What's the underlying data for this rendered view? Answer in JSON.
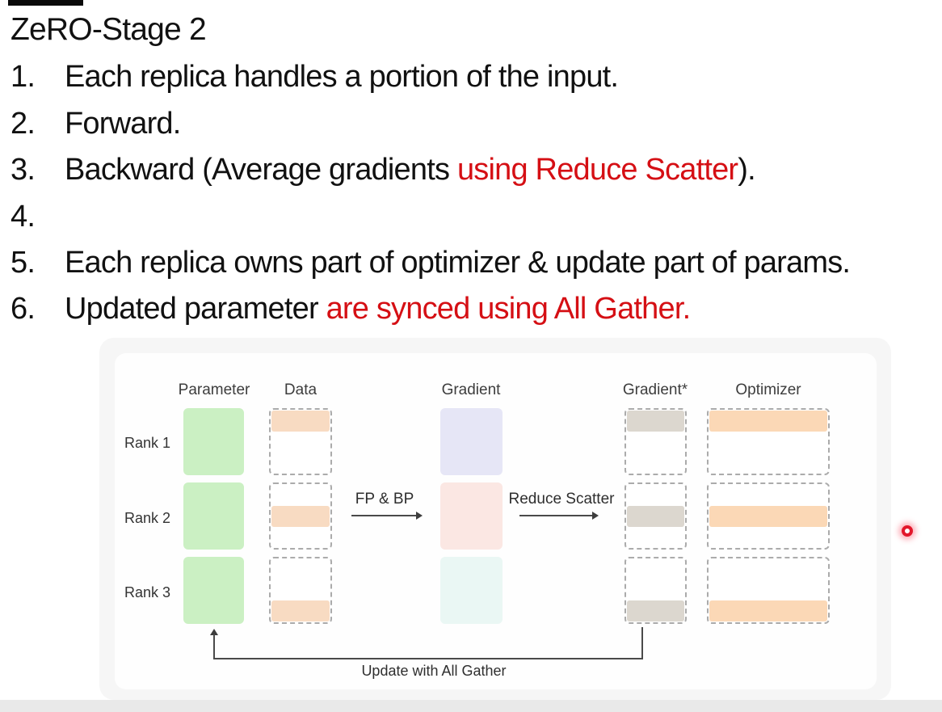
{
  "slide": {
    "title": "ZeRO-Stage 2",
    "items": [
      {
        "num": "1.",
        "segments": [
          {
            "text": "Each replica handles a portion of the input.",
            "color": "black"
          }
        ]
      },
      {
        "num": "2.",
        "segments": [
          {
            "text": "Forward.",
            "color": "black"
          }
        ]
      },
      {
        "num": "3.",
        "segments": [
          {
            "text": "Backward (Average gradients ",
            "color": "black"
          },
          {
            "text": "using Reduce Scatter",
            "color": "red"
          },
          {
            "text": ").",
            "color": "black"
          }
        ]
      },
      {
        "num": "4.",
        "segments": []
      },
      {
        "num": "5.",
        "segments": [
          {
            "text": "Each replica owns part of optimizer & update part of params.",
            "color": "black"
          }
        ]
      },
      {
        "num": "6.",
        "segments": [
          {
            "text": "Updated parameter ",
            "color": "black"
          },
          {
            "text": "are synced using All Gather.",
            "color": "red"
          }
        ]
      }
    ]
  },
  "diagram": {
    "column_headers": [
      "Parameter",
      "Data",
      "Gradient",
      "Gradient*",
      "Optimizer"
    ],
    "row_labels": [
      "Rank 1",
      "Rank 2",
      "Rank 3"
    ],
    "arrows": {
      "fp_bp": "FP & BP",
      "reduce_scatter": "Reduce Scatter",
      "all_gather": "Update with All Gather"
    },
    "shard_positions_by_rank": [
      "top",
      "middle",
      "bottom"
    ],
    "colors": {
      "parameter_fill": "#cbf0c3",
      "data_shard": "#f8dbc2",
      "gradient_fills": [
        "#e6e6f6",
        "#fbe7e3",
        "#eaf7f4"
      ],
      "gradient_reduced_shard": "#dcd7cf",
      "optimizer_shard": "#fbd8b6",
      "dashed_border": "#ababab",
      "card_background": "#f6f6f6",
      "red_text": "#d50f14",
      "laser_pointer": "#e2182b"
    }
  }
}
